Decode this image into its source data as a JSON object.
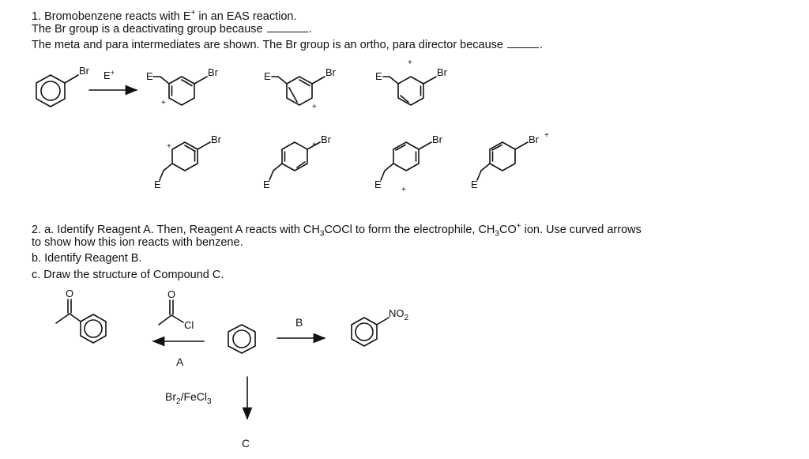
{
  "q1": {
    "line1": "1. Bromobenzene reacts with E",
    "line1_sup": "+",
    "line1_end": " in an EAS reaction.",
    "line2": "The Br group is a deactivating group because",
    "line2_end": ".",
    "line3": "The meta and para intermediates are shown. The Br group is an ortho, para director because",
    "line3_end": "."
  },
  "q2": {
    "a_1": "2. a. Identify Reagent A. Then, Reagent A reacts with CH",
    "a_sub3": "3",
    "a_2": "COCl to form the electrophile, CH",
    "a_sub3b": "3",
    "a_3": "CO",
    "a_sup": "+",
    "a_4": " ion. Use curved arrows",
    "a_line2": "to show how this ion reacts with benzene.",
    "b": "b. Identify Reagent B.",
    "c": "c. Draw the structure of Compound C."
  },
  "labels": {
    "br": "Br",
    "e": "E",
    "eplus": "E",
    "plus": "+",
    "o": "O",
    "cl": "Cl",
    "no2_n": "NO",
    "no2_sub": "2",
    "reagent_a": "A",
    "reagent_b": "B",
    "br2_a": "Br",
    "br2_sub": "2",
    "br2_b": "/FeCl",
    "br2_sub3": "3",
    "compound_c": "C"
  }
}
